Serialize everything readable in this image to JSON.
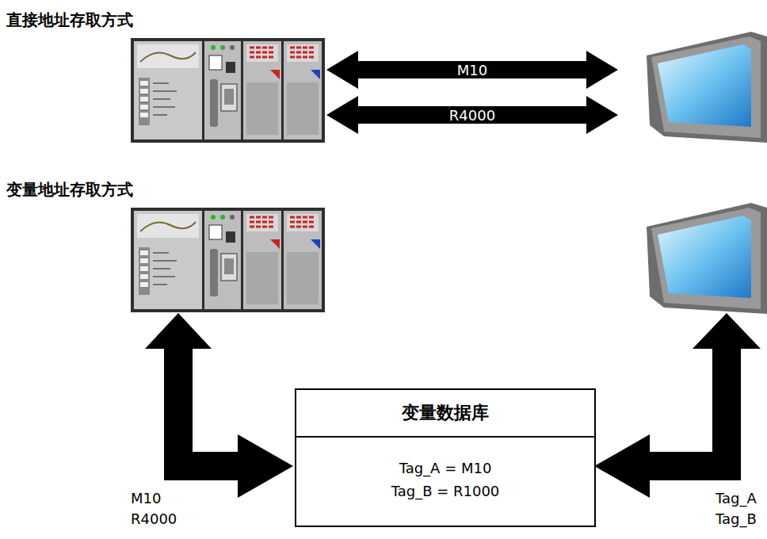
{
  "diagram": {
    "nodes": [
      {
        "text": [
          "变量数据库",
          "Tag_A = M10",
          "Tag_B = R1000"
        ]
      }
    ],
    "labels": [
      "直接地址存取方式",
      "M10",
      "R4000",
      "变量地址存取方式",
      "M10",
      "R4000",
      "Tag_A",
      "Tag_B"
    ]
  }
}
